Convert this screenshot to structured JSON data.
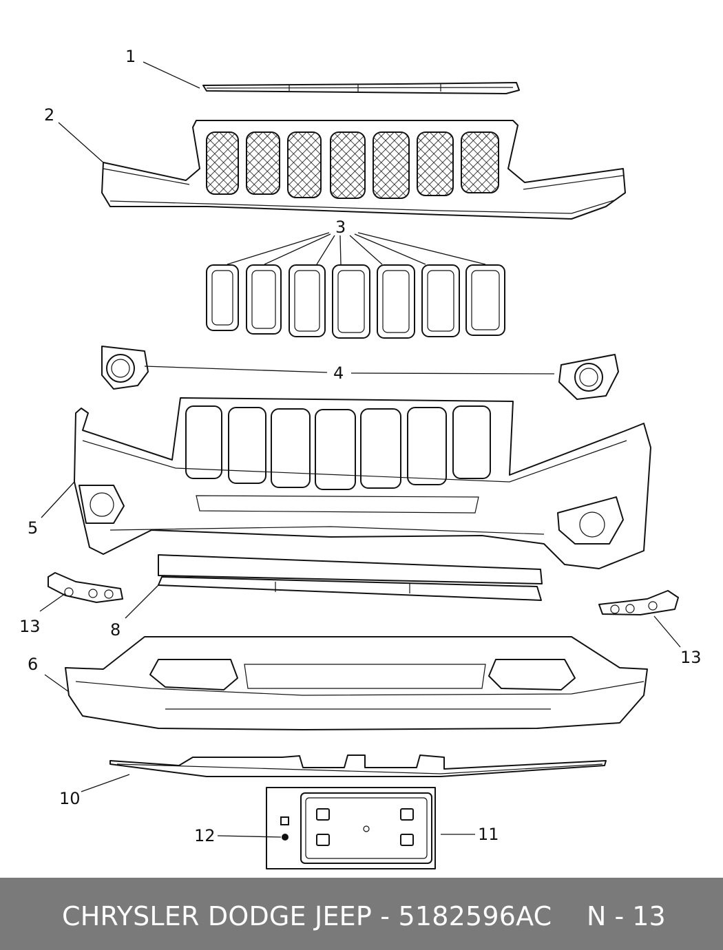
{
  "callouts": [
    {
      "id": "1",
      "label": "1"
    },
    {
      "id": "2",
      "label": "2"
    },
    {
      "id": "3",
      "label": "3"
    },
    {
      "id": "4",
      "label": "4"
    },
    {
      "id": "5",
      "label": "5"
    },
    {
      "id": "13a",
      "label": "13"
    },
    {
      "id": "8",
      "label": "8"
    },
    {
      "id": "13b",
      "label": "13"
    },
    {
      "id": "6",
      "label": "6"
    },
    {
      "id": "10",
      "label": "10"
    },
    {
      "id": "12",
      "label": "12"
    },
    {
      "id": "11",
      "label": "11"
    }
  ],
  "footer": {
    "brand_part": "CHRYSLER DODGE JEEP - 5182596AC",
    "page": "N - 13",
    "background_color": "#7a7a7a",
    "text_color": "#ffffff"
  }
}
